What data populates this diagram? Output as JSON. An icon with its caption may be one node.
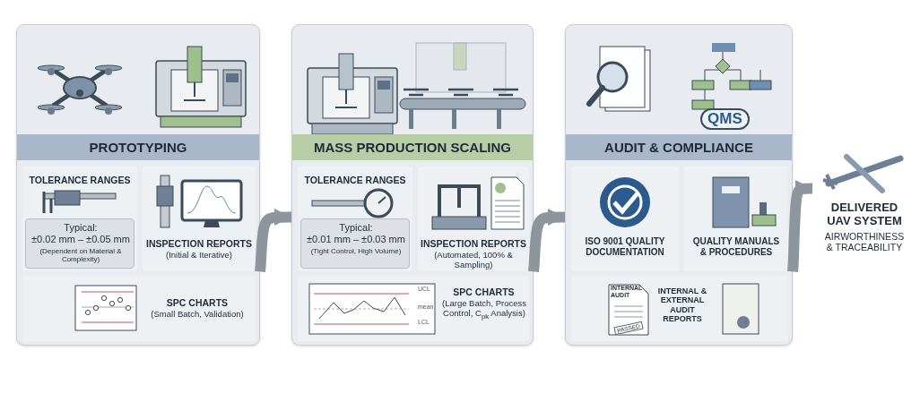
{
  "diagram": {
    "nodes": [
      {
        "text": [
          "PROTOTYPING"
        ]
      },
      {
        "text": [
          "TOLERANCE RANGES"
        ],
        "in": 0
      },
      {
        "text": [
          "Typical:",
          "±0.02 mm – ±0.05 mm",
          "(Dependent on Material & Complexity)"
        ],
        "in": 1
      },
      {
        "text": [
          "INSPECTION REPORTS",
          "(Initial & Iterative)"
        ],
        "in": 0
      },
      {
        "text": [
          "SPC CHARTS",
          "(Small Batch, Validation)"
        ],
        "in": 0
      },
      {
        "text": [
          "MASS PRODUCTION SCALING"
        ]
      },
      {
        "text": [
          "TOLERANCE RANGES"
        ],
        "in": 5
      },
      {
        "text": [
          "Typical:",
          "±0.01 mm – ±0.03 mm",
          "(Tight Control, High Volume)"
        ],
        "in": 6
      },
      {
        "text": [
          "INSPECTION REPORTS",
          "(Automated, 100% & Sampling)"
        ],
        "in": 5
      },
      {
        "text": [
          "SPC CHARTS",
          "(Large Batch, Process Control, C$_{pk}$ Analysis)"
        ],
        "in": 5
      },
      {
        "text": [
          "AUDIT & COMPLIANCE"
        ]
      },
      {
        "text": [
          "ISO 9001 QUALITY DOCUMENTATION"
        ],
        "in": 10
      },
      {
        "text": [
          "QUALITY MANUALS & PROCEDURES"
        ],
        "in": 10
      },
      {
        "text": [
          "INTERNAL & EXTERNAL AUDIT REPORTS"
        ],
        "in": 10
      },
      {
        "text": [
          "DELIVERED UAV SYSTEM",
          "AIRWORTHINESS & TRACEABILITY"
        ]
      }
    ],
    "edges": [
      {
        "from": 0,
        "to": 5,
        "arrow": "to"
      },
      {
        "from": 5,
        "to": 10,
        "arrow": "to"
      },
      {
        "from": 10,
        "to": 14,
        "arrow": "to"
      }
    ],
    "labels": [
      "QMS",
      "UCL",
      "mean",
      "LCL",
      "INTERNAL AUDIT",
      "PASSED"
    ]
  }
}
